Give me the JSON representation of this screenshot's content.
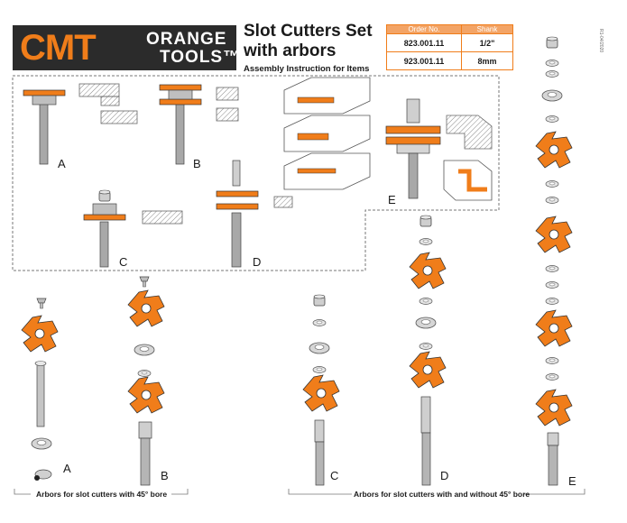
{
  "brand": {
    "mark": "CMT",
    "line1": "ORANGE",
    "line2": "TOOLS™"
  },
  "title_line1": "Slot Cutters Set",
  "title_line2": "with arbors",
  "subtitle": "Assembly Instruction for Items",
  "doc_id": "R1-04/2020",
  "codes_table": {
    "headers": [
      "Order No.",
      "Shank"
    ],
    "rows": [
      [
        "823.001.11",
        "1/2\""
      ],
      [
        "923.001.11",
        "8mm"
      ]
    ]
  },
  "assembly_labels": [
    "A",
    "B",
    "C",
    "D",
    "E"
  ],
  "arbor_labels": [
    "A",
    "B",
    "C",
    "D",
    "E"
  ],
  "caption_left": "Arbors for slot cutters with 45° bore",
  "caption_right": "Arbors for slot cutters with and without 45° bore",
  "colors": {
    "orange": "#f07d1a",
    "dark": "#2b2b2b",
    "steel": "#8c8c8c"
  }
}
